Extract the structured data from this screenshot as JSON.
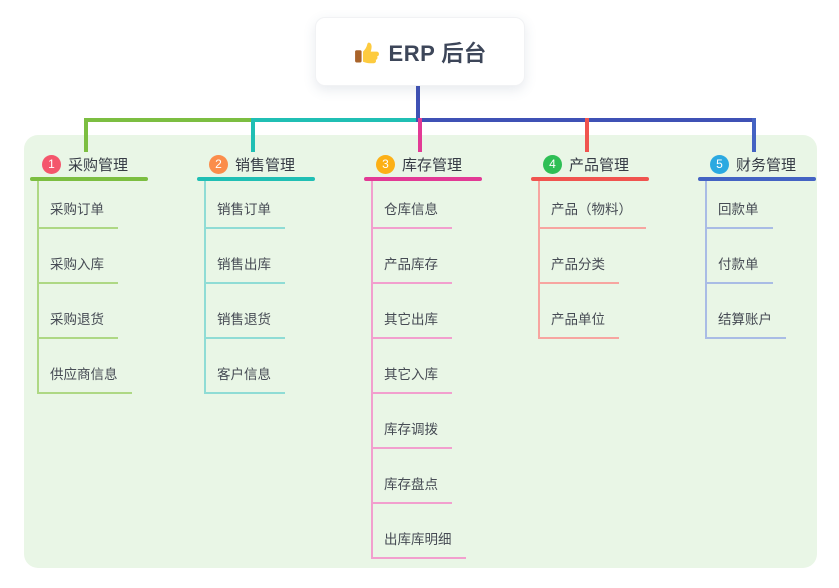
{
  "root": {
    "label": "ERP 后台",
    "icon": "thumbs-up-icon"
  },
  "colors": {
    "page_bg": "#ffffff",
    "panel_bg": "#e9f6e6",
    "root_connector": "#3f51b5"
  },
  "branches": [
    {
      "num": "1",
      "title": "采购管理",
      "badge_color": "#f4566c",
      "line_color": "#7cbe41",
      "child_line_color": "#aed884",
      "children": [
        "采购订单",
        "采购入库",
        "采购退货",
        "供应商信息"
      ]
    },
    {
      "num": "2",
      "title": "销售管理",
      "badge_color": "#fb8d4b",
      "line_color": "#20bfb4",
      "child_line_color": "#8fdcd5",
      "children": [
        "销售订单",
        "销售出库",
        "销售退货",
        "客户信息"
      ]
    },
    {
      "num": "3",
      "title": "库存管理",
      "badge_color": "#fcb016",
      "line_color": "#e23a95",
      "child_line_color": "#f29fce",
      "children": [
        "仓库信息",
        "产品库存",
        "其它出库",
        "其它入库",
        "库存调拨",
        "库存盘点",
        "出库库明细"
      ]
    },
    {
      "num": "4",
      "title": "产品管理",
      "badge_color": "#2ebf55",
      "line_color": "#f0544f",
      "child_line_color": "#f7a5a0",
      "children": [
        "产品（物料）",
        "产品分类",
        "产品单位"
      ]
    },
    {
      "num": "5",
      "title": "财务管理",
      "badge_color": "#2ba9e1",
      "line_color": "#4463c3",
      "child_line_color": "#a9bce5",
      "children": [
        "回款单",
        "付款单",
        "结算账户"
      ]
    }
  ]
}
